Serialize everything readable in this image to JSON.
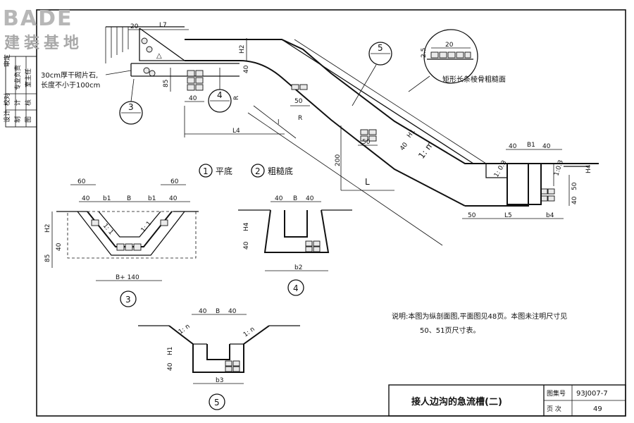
{
  "logo": {
    "brand": "BADE",
    "subtitle": "建装基地"
  },
  "side_block": {
    "col1": [
      "审定",
      "校对",
      "设计"
    ],
    "col2": [
      "专业负责",
      "计",
      "制"
    ],
    "col3": [
      "室主任",
      "核",
      "图"
    ]
  },
  "sheet_labels": {
    "dim_20_top": "20",
    "L7": "L7",
    "H2_top": "H2",
    "dim_40_a": "40",
    "dim_85": "85",
    "dim_40_b": "40",
    "R_a": "R",
    "L4": "L4",
    "l_label": "l",
    "R_b": "R",
    "dim_50_a": "50",
    "dim_50_b": "50",
    "H1": "H1",
    "dim_40_slope": "40",
    "slope_m": "1: m",
    "dim_200": "200",
    "L_main": "L",
    "slope_03": "1: 0.3",
    "dim_50_bot": "50",
    "L5": "L5",
    "b4": "b4",
    "B1": "B1",
    "dim_40_r1": "40",
    "dim_40_r2": "40",
    "slope_03b": "1:0.3",
    "H4": "H4",
    "dim_50_r": "50",
    "dim_40_r3": "40",
    "stone_note_line1": "30cm厚干砌片石,",
    "stone_note_line2": "长度不小于100cm",
    "callout_3": "3",
    "callout_4": "4",
    "callout_5": "5",
    "detail_title": "矩形长条棱骨粗糙面",
    "detail_20": "20",
    "detail_25": "2.5",
    "legend_1_num": "1",
    "legend_1_text": "平底",
    "legend_2_num": "2",
    "legend_2_text": "粗糙底"
  },
  "section3": {
    "dim_60_l": "60",
    "dim_60_r": "60",
    "dim_40_l": "40",
    "dim_40_r": "40",
    "b1_l": "b1",
    "B": "B",
    "b1_r": "b1",
    "H2": "H2",
    "dim_40": "40",
    "dim_85": "85",
    "slope_l": "1: 1",
    "slope_r": "1: 1",
    "bottom": "B+ 140",
    "num": "3"
  },
  "section4": {
    "dim_40_l": "40",
    "B": "B",
    "dim_40_r": "40",
    "H4": "H4",
    "dim_40": "40",
    "b2": "b2",
    "num": "4"
  },
  "section5": {
    "dim_40_l": "40",
    "B": "B",
    "dim_40_r": "40",
    "slope_l": "1: n",
    "slope_r": "1: n",
    "H1": "H1",
    "dim_40": "40",
    "b3": "b3",
    "num": "5"
  },
  "note": {
    "line1": "说明:本图为纵剖面图,平面图见48页。本图未注明尺寸见",
    "line2": "50、51页尺寸表。"
  },
  "title_block": {
    "title": "接人边沟的急流槽(二)",
    "atlas_label": "图集号",
    "atlas_value": "93J007-7",
    "page_label": "页  次",
    "page_value": "49"
  }
}
